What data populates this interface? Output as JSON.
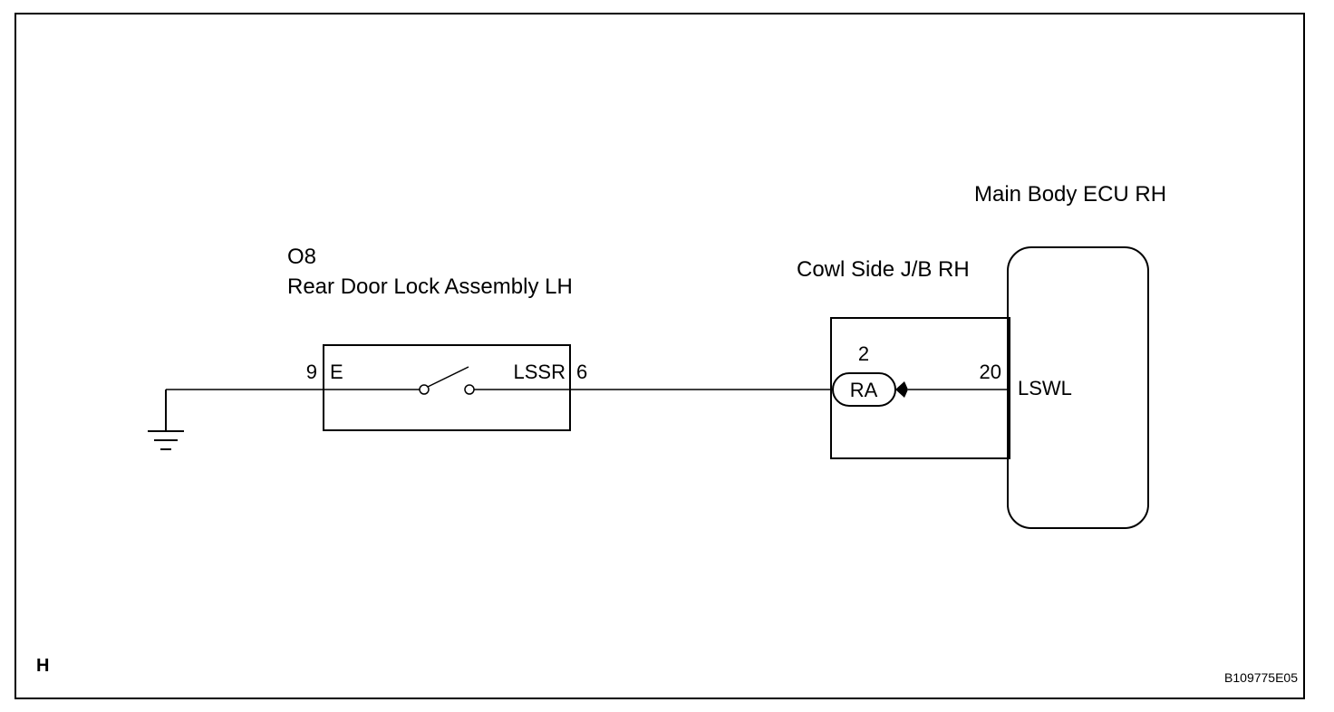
{
  "frame": {
    "corner_letter": "H",
    "figure_code": "B109775E05"
  },
  "ground": {
    "icon": "ground-symbol-icon"
  },
  "rear_door_lock": {
    "code": "O8",
    "name": "Rear Door Lock Assembly LH",
    "pin_left_number": "9",
    "pin_left_name": "E",
    "pin_right_name": "LSSR",
    "pin_right_number": "6",
    "switch_icon": "open-switch-icon"
  },
  "cowl_jb": {
    "name": "Cowl Side J/B RH",
    "connector_pin": "2",
    "connector_code": "RA"
  },
  "ecu": {
    "name": "Main Body ECU RH",
    "pin_number": "20",
    "pin_name": "LSWL"
  }
}
